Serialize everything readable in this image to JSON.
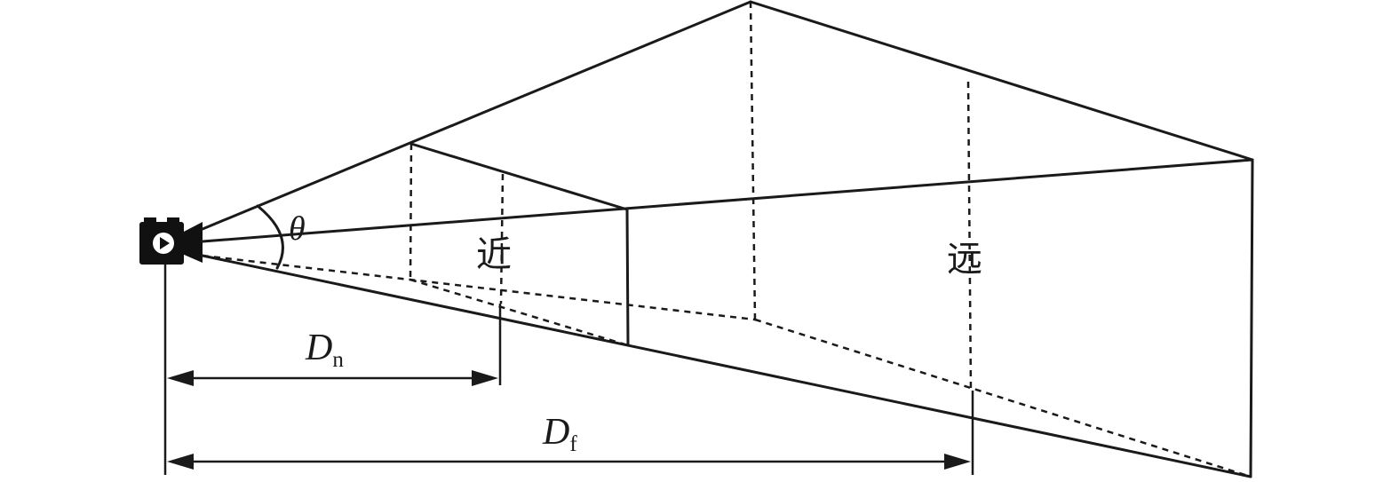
{
  "labels": {
    "angle": "θ",
    "near": "近",
    "far": "远",
    "near_distance_main": "D",
    "near_distance_sub": "n",
    "far_distance_main": "D",
    "far_distance_sub": "f"
  },
  "icons": {
    "camera": "video-camera-icon"
  },
  "colors": {
    "stroke": "#1a1a1a",
    "background": "#ffffff"
  }
}
